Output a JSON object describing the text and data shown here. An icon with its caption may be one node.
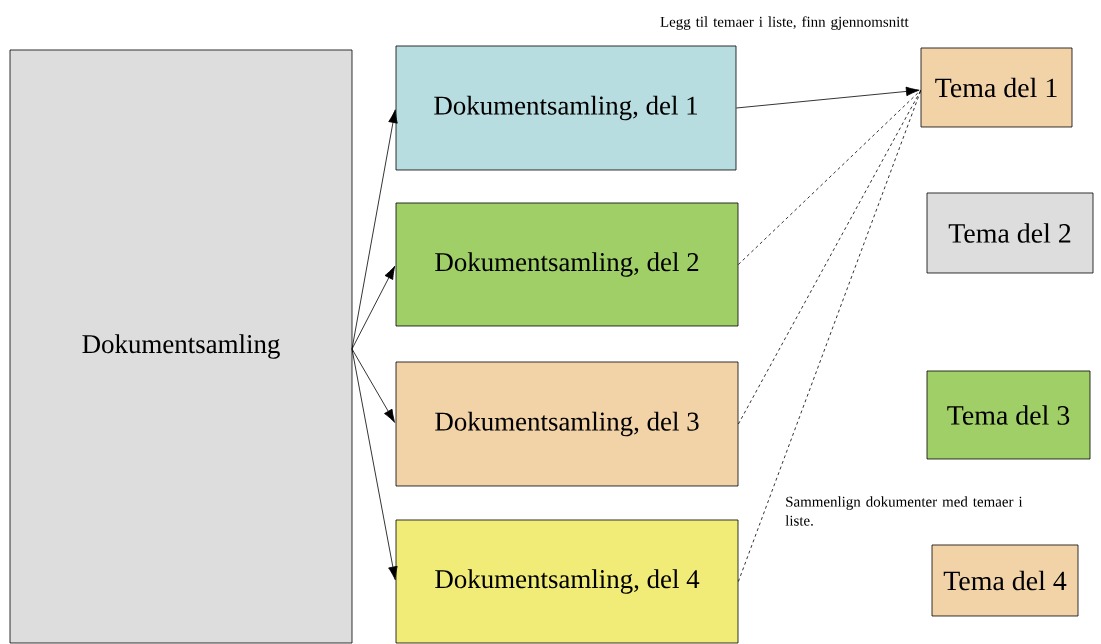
{
  "diagram": {
    "nodes": [
      {
        "text": [
          "Dokumentsamling"
        ]
      },
      {
        "text": [
          "Dokumentsamling, del 1"
        ]
      },
      {
        "text": [
          "Dokumentsamling, del 2"
        ]
      },
      {
        "text": [
          "Dokumentsamling, del 3"
        ]
      },
      {
        "text": [
          "Dokumentsamling, del 4"
        ]
      },
      {
        "text": [
          "Tema del 1"
        ]
      },
      {
        "text": [
          "Tema del 2"
        ]
      },
      {
        "text": [
          "Tema del 3"
        ]
      },
      {
        "text": [
          "Tema del 4"
        ]
      }
    ],
    "edges": [
      {
        "from": 0,
        "to": 1,
        "arrow": "to"
      },
      {
        "from": 0,
        "to": 2,
        "arrow": "to"
      },
      {
        "from": 0,
        "to": 3,
        "arrow": "to"
      },
      {
        "from": 0,
        "to": 4,
        "arrow": "to"
      },
      {
        "from": 1,
        "to": 5,
        "arrow": "to"
      },
      {
        "from": 2,
        "to": 5,
        "arrow": "none",
        "style": "dashed"
      },
      {
        "from": 3,
        "to": 5,
        "arrow": "none",
        "style": "dashed"
      },
      {
        "from": 4,
        "to": 5,
        "arrow": "none",
        "style": "dashed"
      }
    ],
    "labels": [
      "Legg til temaer i liste, finn gjennomsnitt",
      "Sammenlign dokumenter med temaer i liste."
    ]
  }
}
